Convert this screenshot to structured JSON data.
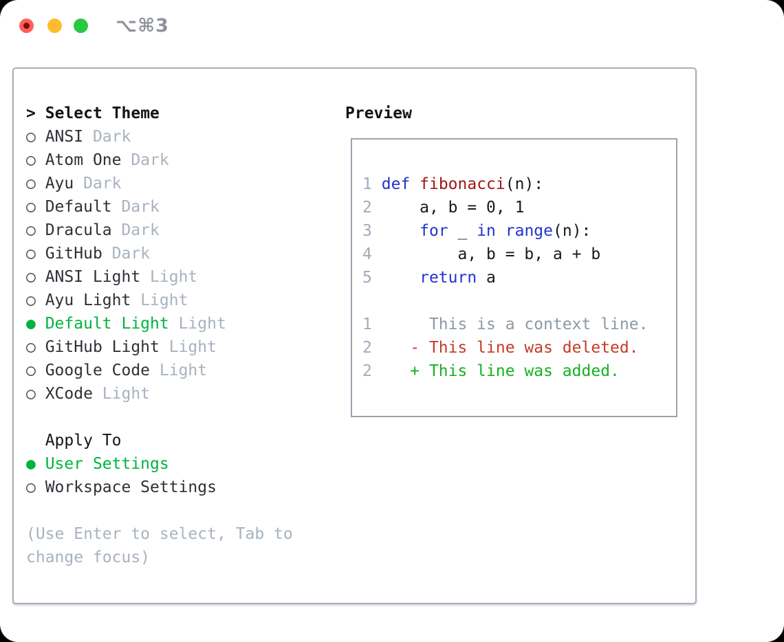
{
  "window": {
    "shortcut_label": "⌥⌘3",
    "traffic_lights": [
      "close",
      "minimize",
      "zoom"
    ]
  },
  "colors": {
    "accent_green": "#00b33e",
    "keyword_blue": "#2133cf",
    "function_red": "#a31515",
    "deleted_red": "#c43a28",
    "added_green": "#14b21f",
    "context_gray": "#8e98a2",
    "line_number_gray": "#9fabbc",
    "muted_gray": "#a8b2bf",
    "text_dark": "#2d3136",
    "heading_black": "#121417",
    "code_black": "#17191c",
    "panel_border": "#a6aeb9",
    "traffic_red": "#ff5f57",
    "traffic_yellow": "#febc2e",
    "traffic_green": "#28c840"
  },
  "theme_picker": {
    "cursor": ">",
    "title": "Select Theme",
    "marker_selected": "●",
    "marker_unselected": "○",
    "items": [
      {
        "name": "ANSI",
        "variant": "Dark",
        "selected": false
      },
      {
        "name": "Atom One",
        "variant": "Dark",
        "selected": false
      },
      {
        "name": "Ayu",
        "variant": "Dark",
        "selected": false
      },
      {
        "name": "Default",
        "variant": "Dark",
        "selected": false
      },
      {
        "name": "Dracula",
        "variant": "Dark",
        "selected": false
      },
      {
        "name": "GitHub",
        "variant": "Dark",
        "selected": false
      },
      {
        "name": "ANSI Light",
        "variant": "Light",
        "selected": false
      },
      {
        "name": "Ayu Light",
        "variant": "Light",
        "selected": false
      },
      {
        "name": "Default Light",
        "variant": "Light",
        "selected": true
      },
      {
        "name": "GitHub Light",
        "variant": "Light",
        "selected": false
      },
      {
        "name": "Google Code",
        "variant": "Light",
        "selected": false
      },
      {
        "name": "XCode",
        "variant": "Light",
        "selected": false
      }
    ],
    "apply_to": {
      "title": "Apply To",
      "options": [
        {
          "label": "User Settings",
          "selected": true
        },
        {
          "label": "Workspace Settings",
          "selected": false
        }
      ]
    },
    "hint_lines": [
      "(Use Enter to select, Tab to",
      "change focus)"
    ]
  },
  "preview": {
    "title": "Preview",
    "lines": [
      [
        {
          "t": "1",
          "c": "num"
        },
        {
          "t": " ",
          "c": "code"
        },
        {
          "t": "def",
          "c": "kw"
        },
        {
          "t": " ",
          "c": "code"
        },
        {
          "t": "fibonacci",
          "c": "fn"
        },
        {
          "t": "(n):",
          "c": "code"
        }
      ],
      [
        {
          "t": "2",
          "c": "num"
        },
        {
          "t": "     a, b = 0, 1",
          "c": "code"
        }
      ],
      [
        {
          "t": "3",
          "c": "num"
        },
        {
          "t": "     ",
          "c": "code"
        },
        {
          "t": "for",
          "c": "kw"
        },
        {
          "t": " _ ",
          "c": "code"
        },
        {
          "t": "in",
          "c": "kw"
        },
        {
          "t": " ",
          "c": "code"
        },
        {
          "t": "range",
          "c": "kw"
        },
        {
          "t": "(n):",
          "c": "code"
        }
      ],
      [
        {
          "t": "4",
          "c": "num"
        },
        {
          "t": "         a, b = b, a + b",
          "c": "code"
        }
      ],
      [
        {
          "t": "5",
          "c": "num"
        },
        {
          "t": "     ",
          "c": "code"
        },
        {
          "t": "return",
          "c": "kw"
        },
        {
          "t": " a",
          "c": "code"
        }
      ],
      [],
      [
        {
          "t": "1",
          "c": "num"
        },
        {
          "t": "      This is a context line.",
          "c": "ctx"
        }
      ],
      [
        {
          "t": "2",
          "c": "num"
        },
        {
          "t": "    - This line was deleted.",
          "c": "del"
        }
      ],
      [
        {
          "t": "2",
          "c": "num"
        },
        {
          "t": "    + This line was added.",
          "c": "add"
        }
      ]
    ]
  }
}
